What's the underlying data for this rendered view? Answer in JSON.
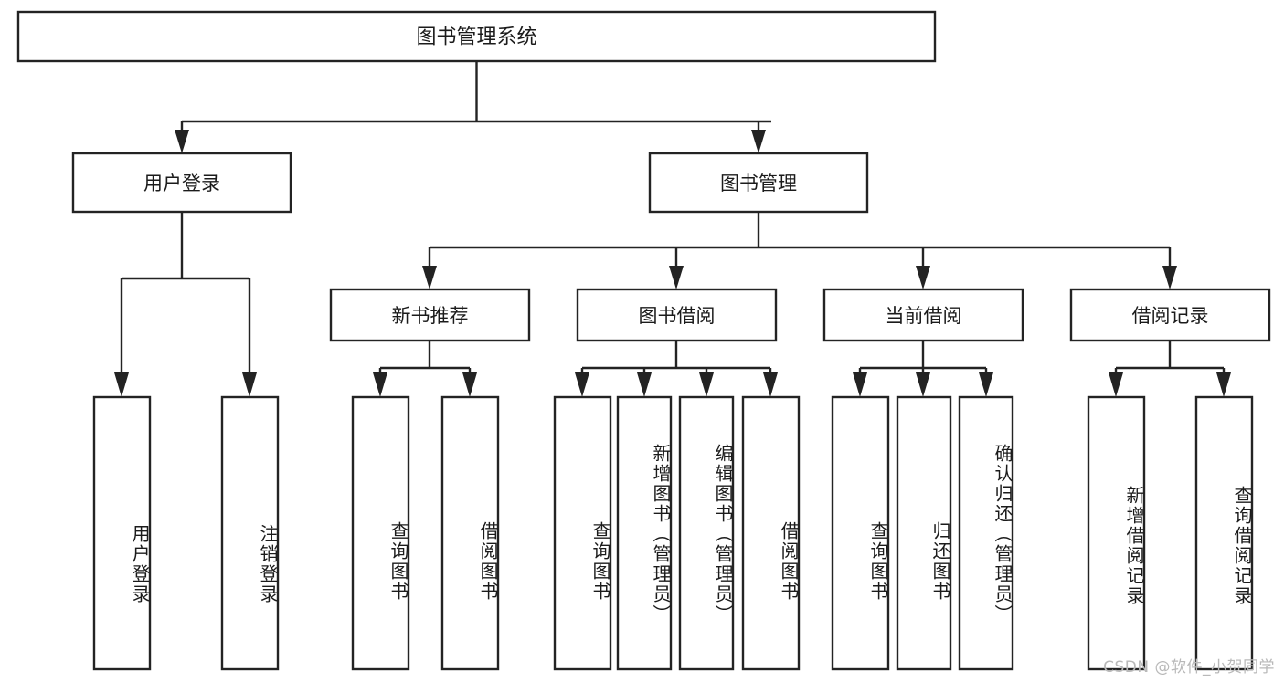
{
  "diagram": {
    "type": "tree-hierarchy",
    "title": "图书管理系统",
    "orientation": "top-down",
    "root": {
      "id": "root",
      "label": "图书管理系统"
    },
    "level2": [
      {
        "id": "user-login",
        "label": "用户登录"
      },
      {
        "id": "book-manage",
        "label": "图书管理"
      }
    ],
    "level3": [
      {
        "id": "new-book-rec",
        "label": "新书推荐",
        "parent": "book-manage"
      },
      {
        "id": "book-borrow",
        "label": "图书借阅",
        "parent": "book-manage"
      },
      {
        "id": "current-borrow",
        "label": "当前借阅",
        "parent": "book-manage"
      },
      {
        "id": "borrow-record",
        "label": "借阅记录",
        "parent": "book-manage"
      }
    ],
    "leaves": [
      {
        "id": "leaf-user-login",
        "label": "用户登录",
        "parent": "user-login"
      },
      {
        "id": "leaf-logout",
        "label": "注销登录",
        "parent": "user-login"
      },
      {
        "id": "leaf-query-book-1",
        "label": "查询图书",
        "parent": "new-book-rec"
      },
      {
        "id": "leaf-borrow-book-1",
        "label": "借阅图书",
        "parent": "new-book-rec"
      },
      {
        "id": "leaf-query-book-2",
        "label": "查询图书",
        "parent": "book-borrow"
      },
      {
        "id": "leaf-add-book",
        "label": "新增图书（管理员）",
        "parent": "book-borrow"
      },
      {
        "id": "leaf-edit-book",
        "label": "编辑图书（管理员）",
        "parent": "book-borrow"
      },
      {
        "id": "leaf-borrow-book-2",
        "label": "借阅图书",
        "parent": "book-borrow"
      },
      {
        "id": "leaf-query-book-3",
        "label": "查询图书",
        "parent": "current-borrow"
      },
      {
        "id": "leaf-return-book",
        "label": "归还图书",
        "parent": "current-borrow"
      },
      {
        "id": "leaf-confirm-return",
        "label": "确认归还（管理员）",
        "parent": "current-borrow"
      },
      {
        "id": "leaf-add-record",
        "label": "新增借阅记录",
        "parent": "borrow-record"
      },
      {
        "id": "leaf-query-record",
        "label": "查询借阅记录",
        "parent": "borrow-record"
      }
    ]
  },
  "watermark": {
    "text": "CSDN @软件_小贺同学"
  },
  "colors": {
    "stroke": "#232323",
    "fill": "#ffffff",
    "text": "#1b1b1b",
    "watermark": "#b9b9b9"
  }
}
